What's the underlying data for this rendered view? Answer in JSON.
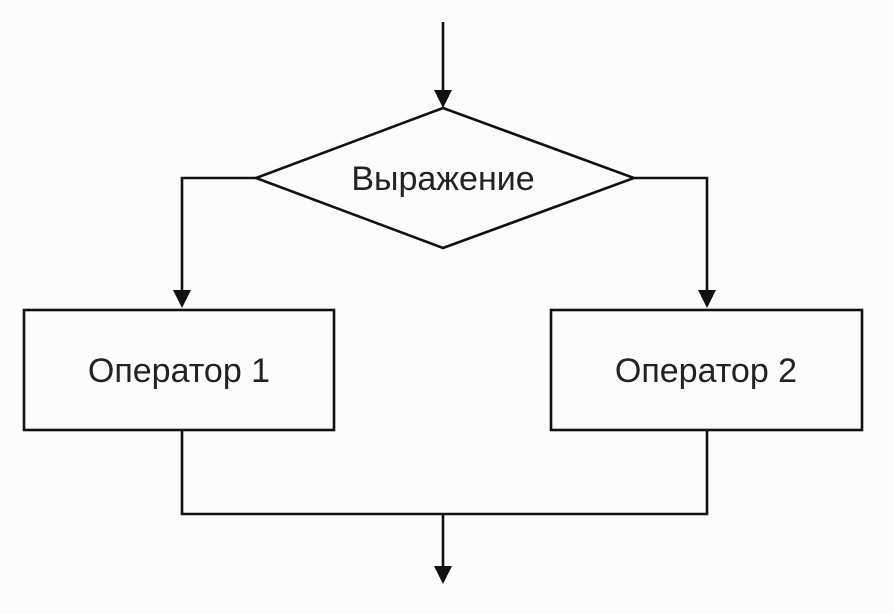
{
  "diagram": {
    "type": "flowchart",
    "nodes": {
      "decision": {
        "shape": "diamond",
        "label": "Выражение"
      },
      "operator1": {
        "shape": "process",
        "label": "Оператор 1"
      },
      "operator2": {
        "shape": "process",
        "label": "Оператор 2"
      }
    },
    "edges": [
      {
        "from": "entry",
        "to": "decision"
      },
      {
        "from": "decision",
        "to": "operator1"
      },
      {
        "from": "decision",
        "to": "operator2"
      },
      {
        "from": "operator1",
        "to": "exit"
      },
      {
        "from": "operator2",
        "to": "exit"
      }
    ],
    "colors": {
      "line": "#111111",
      "text": "#222222",
      "background": "#fcfcfc"
    }
  }
}
